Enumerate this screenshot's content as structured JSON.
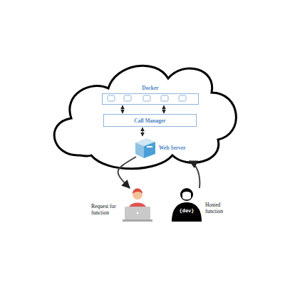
{
  "diagram": {
    "nodes": [
      {
        "text": [
          "Docker"
        ]
      },
      {
        "text": [
          "Call Manager"
        ]
      },
      {
        "text": [
          "Web Server"
        ]
      },
      {
        "text": [
          "Request for function"
        ]
      },
      {
        "text": [
          "{dev}",
          "Hosted function"
        ]
      }
    ],
    "edges": [
      {
        "from": 0,
        "to": 1,
        "arrow": "both"
      },
      {
        "from": 0,
        "to": 1,
        "arrow": "both"
      },
      {
        "from": 1,
        "to": 2,
        "arrow": "both"
      },
      {
        "from": 2,
        "to": 3,
        "arrow": "to"
      },
      {
        "from": 4,
        "to": 2,
        "arrow": "to"
      }
    ]
  }
}
